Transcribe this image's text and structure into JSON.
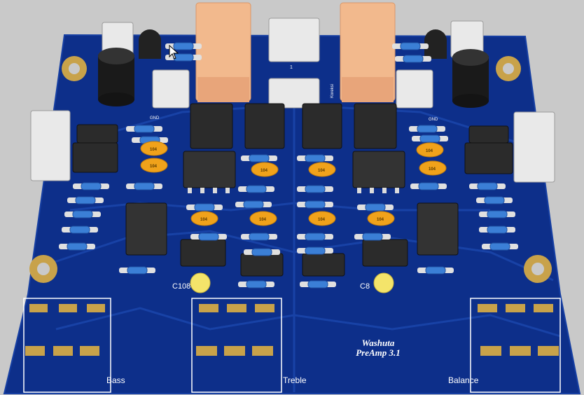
{
  "board": {
    "title": "Washuta",
    "subtitle": "PreAmp 3.1",
    "pot_labels": [
      "Bass",
      "Treble",
      "Balance"
    ],
    "cap_labels": [
      "C108",
      "C8"
    ],
    "ground_labels": [
      "GND",
      "GND"
    ],
    "center_connector_label": "1",
    "vertical_label": "Koreksi",
    "cap_marking": "104",
    "colors": {
      "board": "#0d2f8a",
      "board_edge": "#163fa3",
      "trace": "#1e4db5",
      "pad_gold": "#c8a24a",
      "relay": "#f2b98d",
      "ic": "#2b2b2b",
      "connector": "#e9e9e9",
      "cap_orange": "#f0a21b",
      "resistor": "#3b7fd6"
    }
  }
}
